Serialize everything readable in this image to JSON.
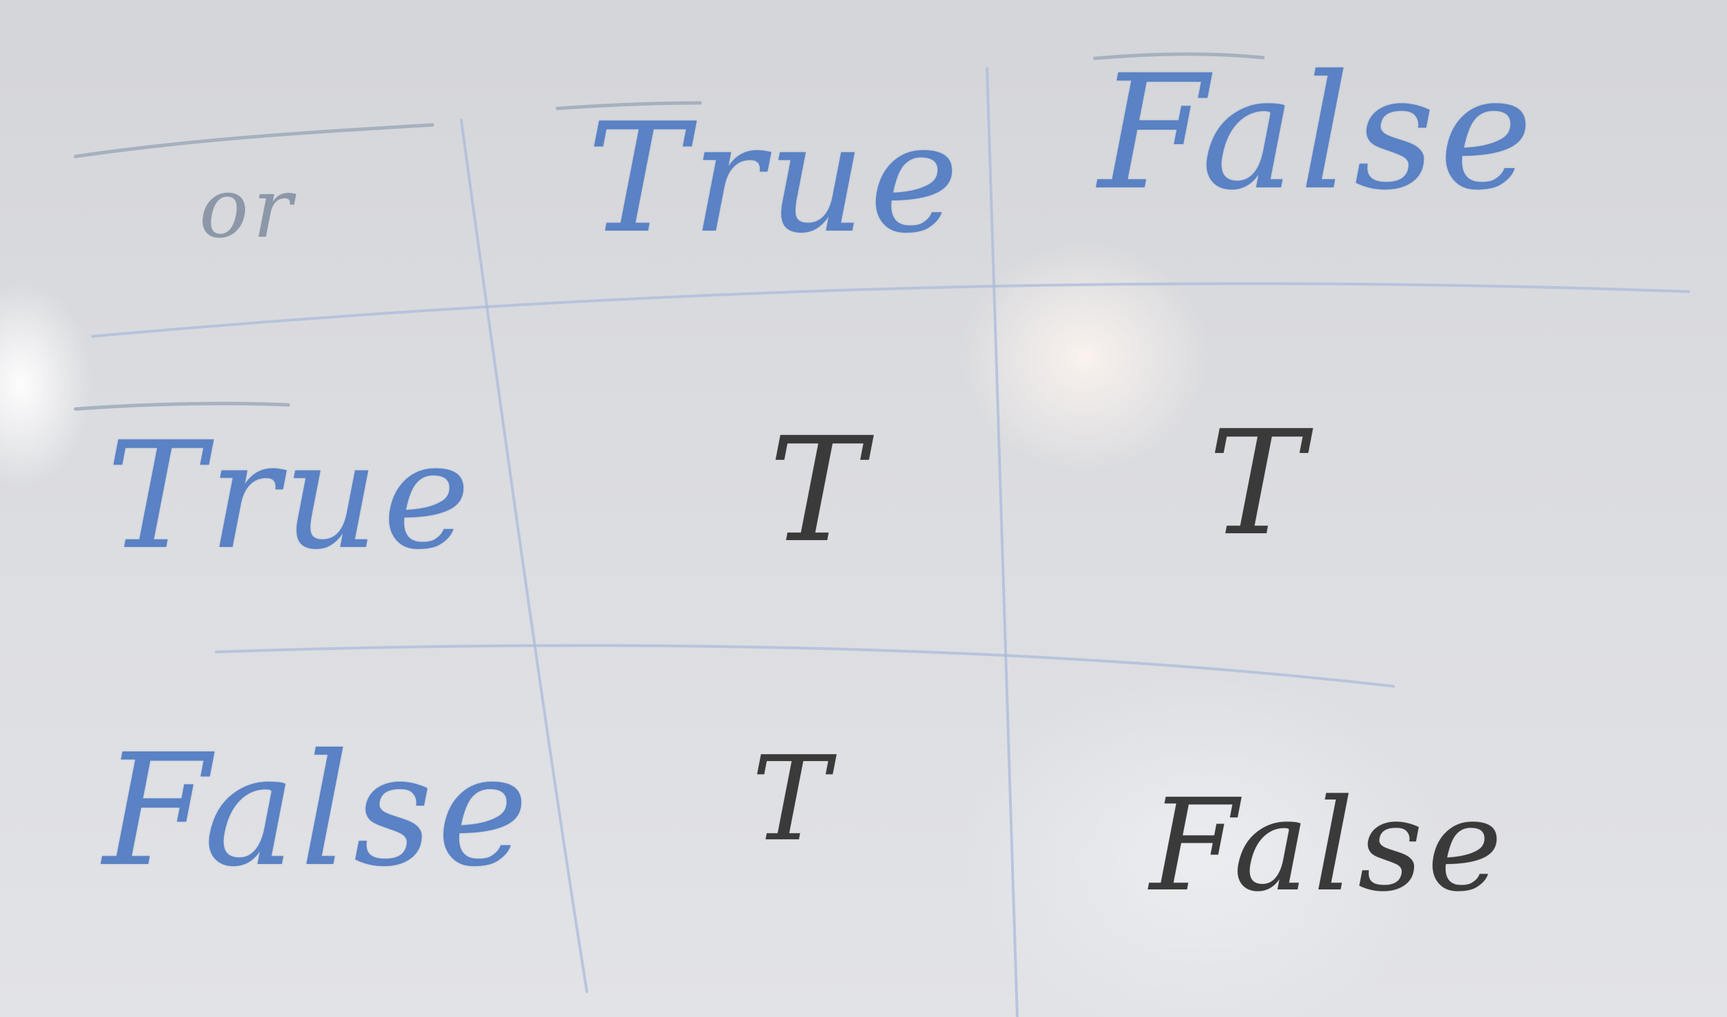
{
  "whiteboard": {
    "corner_label": "or",
    "column_headers": [
      "True",
      "False"
    ],
    "row_headers": [
      "True",
      "False"
    ],
    "cells": [
      [
        "T",
        "T"
      ],
      [
        "T",
        "False"
      ]
    ],
    "colors": {
      "header_ink": "#5a82c4",
      "cell_ink": "#3a3a3a",
      "grid_ink": "#a9bbd9"
    }
  }
}
